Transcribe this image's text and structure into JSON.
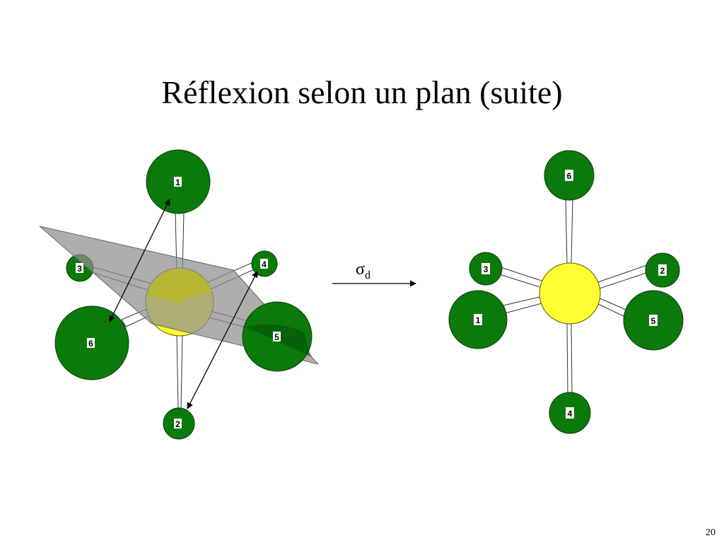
{
  "slide": {
    "title": "Réflexion selon un plan (suite)",
    "page_number": "20"
  },
  "operation": {
    "symbol": "σ",
    "subscript": "d"
  },
  "colors": {
    "ligand": "#0a7a0a",
    "center": "#ffff33",
    "center_shaded": "#b8b82a",
    "plane": "#9a9a9a",
    "bond": "#ffffff"
  },
  "left_molecule": {
    "labels": [
      "1",
      "2",
      "3",
      "4",
      "5",
      "6"
    ],
    "exchanged_pairs": [
      [
        "1",
        "6"
      ],
      [
        "2",
        "4"
      ]
    ]
  },
  "right_molecule": {
    "labels": [
      "6",
      "3",
      "2",
      "1",
      "5",
      "4"
    ]
  }
}
